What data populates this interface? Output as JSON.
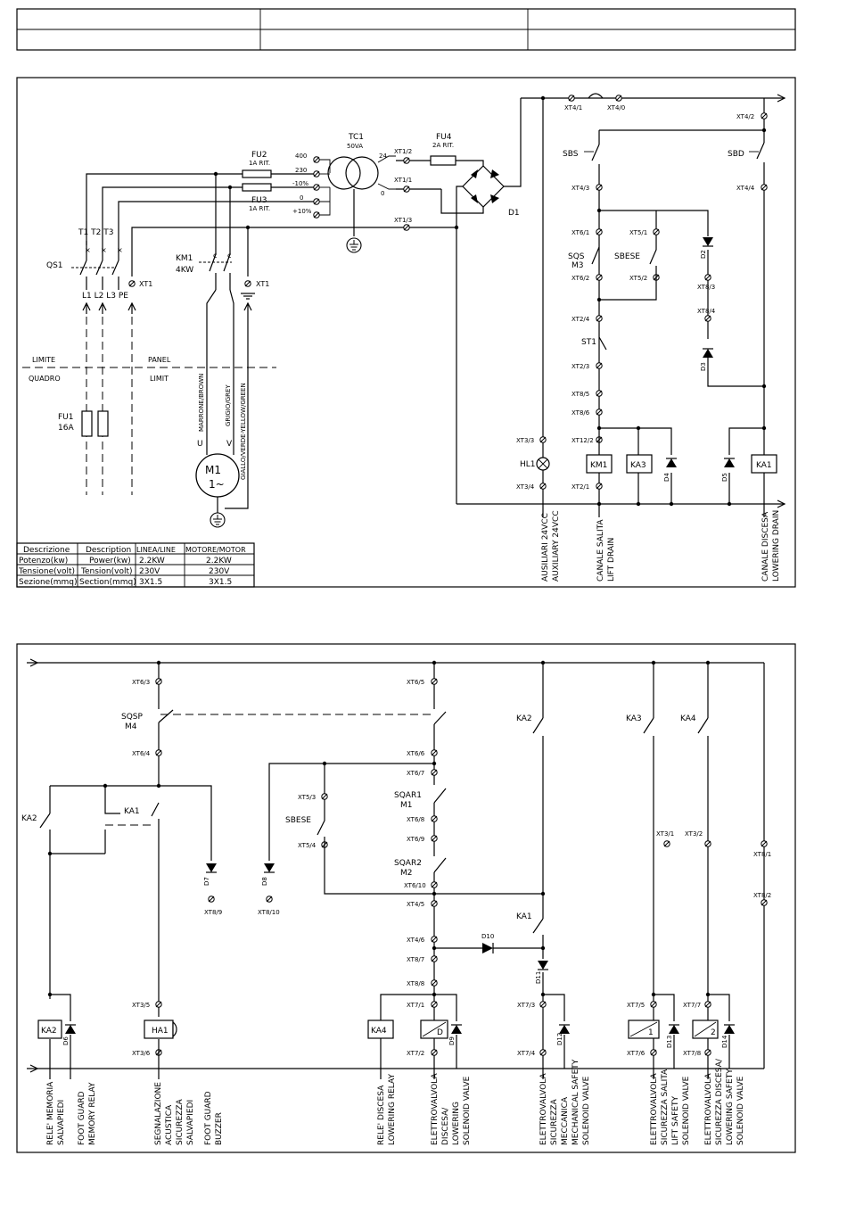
{
  "page_header": {
    "cells": [
      "",
      "",
      "",
      "",
      "",
      ""
    ]
  },
  "top": {
    "transformer": {
      "name": "TC1",
      "rating": "50VA",
      "taps_left": [
        "400",
        "230",
        "-10%",
        "0",
        "+10%"
      ],
      "taps_right": [
        "24",
        "0"
      ]
    },
    "fuses": {
      "fu2": {
        "name": "FU2",
        "rating": "1A RIT."
      },
      "fu3": {
        "name": "FU3",
        "rating": "1A RIT."
      },
      "fu4": {
        "name": "FU4",
        "rating": "2A RIT."
      },
      "fu1": {
        "name": "FU1",
        "rating": "16A"
      }
    },
    "rectifier": "D1",
    "terminals": {
      "xt1_2": "XT1/2",
      "xt1_1": "XT1/1",
      "xt1_3": "XT1/3",
      "xt4_1": "XT4/1",
      "xt4_0": "XT4/0",
      "xt4_2": "XT4/2",
      "xt1": "XT1"
    },
    "supply": {
      "phases": [
        "T1",
        "T2",
        "T3"
      ],
      "switch": "QS1",
      "lines": [
        "L1",
        "L2",
        "L3",
        "PE"
      ],
      "limit_left": [
        "LIMITE",
        "QUADRO"
      ],
      "limit_right": [
        "PANEL",
        "LIMIT"
      ]
    },
    "contactor": {
      "name": "KM1",
      "power": "4KW"
    },
    "cables": [
      "MARRONE/BROWN",
      "GRIGIO/GREY",
      "GIALLO/VERDE-YELLOW/GREEN"
    ],
    "motor": {
      "name": "M1",
      "label": "1~",
      "u": "U",
      "v": "V"
    },
    "table": {
      "header": [
        "Descrizione",
        "Description",
        "LINEA/LINE",
        "MOTORE/MOTOR"
      ],
      "rows": [
        [
          "Potenzo(kw)",
          "Power(kw)",
          "2.2KW",
          "2.2KW"
        ],
        [
          "Tensione(volt)",
          "Tension(volt)",
          "230V",
          "230V"
        ],
        [
          "Sezione(mmq)",
          "Section(mmq)",
          "3X1.5",
          "3X1.5"
        ]
      ]
    },
    "control": {
      "sbs": "SBS",
      "sbd": "SBD",
      "sqs": "SQS",
      "m3": "M3",
      "sbese": "SBESE",
      "st1": "ST1",
      "hl1": "HL1",
      "km1": "KM1",
      "ka3": "KA3",
      "ka1": "KA1",
      "d2": "D2",
      "d3": "D3",
      "d4": "D4",
      "d5": "D5",
      "xt": {
        "xt4_3": "XT4/3",
        "xt4_4": "XT4/4",
        "xt6_1": "XT6/1",
        "xt5_1": "XT5/1",
        "xt6_2": "XT6/2",
        "xt5_2": "XT5/2",
        "xt8_3": "XT8/3",
        "xt8_4": "XT8/4",
        "xt2_4": "XT2/4",
        "xt2_3": "XT2/3",
        "xt8_5": "XT8/5",
        "xt8_6": "XT8/6",
        "xt12_2": "XT12/2",
        "xt3_3": "XT3/3",
        "xt3_4": "XT3/4",
        "xt2_1": "XT2/1"
      }
    },
    "bottom_labels": [
      [
        "AUSILIARI  24VCC",
        "AUXILIARY  24VCC"
      ],
      [
        "CANALE  SALITA",
        "LIFT  DRAIN"
      ],
      [
        "CANALE  DISCESA",
        "LOWERING  DRAIN"
      ]
    ]
  },
  "bottom": {
    "sqsp": "SQSP",
    "m4": "M4",
    "ka2": "KA2",
    "ka1": "KA1",
    "sqar1": "SQAR1",
    "m1": "M1",
    "sqar2": "SQAR2",
    "m2": "M2",
    "sbese": "SBESE",
    "ka3": "KA3",
    "ka4": "KA4",
    "ha1": "HA1",
    "yv_d": "D",
    "yv_1": "1",
    "yv_2": "2",
    "diodes": {
      "d6": "D6",
      "d7": "D7",
      "d8": "D8",
      "d9": "D9",
      "d10": "D10",
      "d11": "D11",
      "d12": "D12",
      "d13": "D13",
      "d14": "D14"
    },
    "xt": {
      "xt6_3": "XT6/3",
      "xt6_4": "XT6/4",
      "xt6_5": "XT6/5",
      "xt6_6": "XT6/6",
      "xt6_7": "XT6/7",
      "xt6_8": "XT6/8",
      "xt6_9": "XT6/9",
      "xt6_10": "XT6/10",
      "xt4_5": "XT4/5",
      "xt4_6": "XT4/6",
      "xt8_7": "XT8/7",
      "xt8_8": "XT8/8",
      "xt15_3": "XT5/3",
      "xt5_4": "XT5/4",
      "xt8_9": "XT8/9",
      "xt8_10": "XT8/10",
      "xt3_5": "XT3/5",
      "xt3_6": "XT3/6",
      "xt7_1": "XT7/1",
      "xt7_2": "XT7/2",
      "xt7_3": "XT7/3",
      "xt7_4": "XT7/4",
      "xt7_5": "XT7/5",
      "xt7_6": "XT7/6",
      "xt7_7": "XT7/7",
      "xt7_8": "XT7/8",
      "xt3_1": "XT3/1",
      "xt3_2": "XT3/2",
      "xt8_1": "XT8/1",
      "xt8_2": "XT8/2"
    },
    "labels": [
      [
        "RELE' MEMORIA",
        "SALVAPIEDI"
      ],
      [
        "FOOT GUARD",
        "MEMORY RELAY"
      ],
      [
        "SEGNALAZIONE",
        "ACUSTICA",
        "SICUREZZA",
        "SALVAPIEDI"
      ],
      [
        "FOOT GUARD",
        "BUZZER"
      ],
      [
        "RELE' DISCESA",
        "LOWERING RELAY"
      ],
      [
        "ELETTROVALVOLA",
        "DISCESA/",
        "LOWERING",
        "SOLENOID VALVE"
      ],
      [
        "ELETTROVALVOLA",
        "SICUREZZA",
        "MECCANICA",
        "MECHANICAL SAFETY",
        "SOLENOID VALVE"
      ],
      [
        "ELETTROVALVOLA",
        "SICUREZZA SALITA",
        "LIFT SAFETY",
        "SOLENOID VALVE"
      ],
      [
        "ELETTROVALVOLA",
        "SICUREZZA DISCESA/",
        "LOWERING SAFETY",
        "SOLENOID VALVE"
      ]
    ]
  }
}
